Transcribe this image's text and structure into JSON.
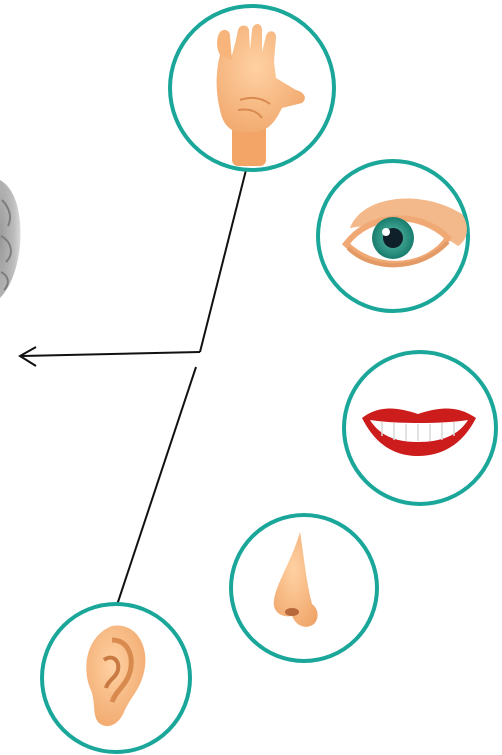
{
  "diagram": {
    "ring_color": "#1aa79a",
    "line_color": "#111111",
    "nodes": [
      {
        "id": "hand",
        "icon": "hand-icon",
        "sense": "touch"
      },
      {
        "id": "eye",
        "icon": "eye-icon",
        "sense": "sight"
      },
      {
        "id": "mouth",
        "icon": "mouth-icon",
        "sense": "taste"
      },
      {
        "id": "nose",
        "icon": "nose-icon",
        "sense": "smell"
      },
      {
        "id": "ear",
        "icon": "ear-icon",
        "sense": "hearing"
      }
    ],
    "edges": [
      {
        "from": "hand",
        "to": "brain",
        "arrow": true
      },
      {
        "from": "ear",
        "to": "brain",
        "arrow": true
      }
    ],
    "partial_object": "brain-image"
  }
}
